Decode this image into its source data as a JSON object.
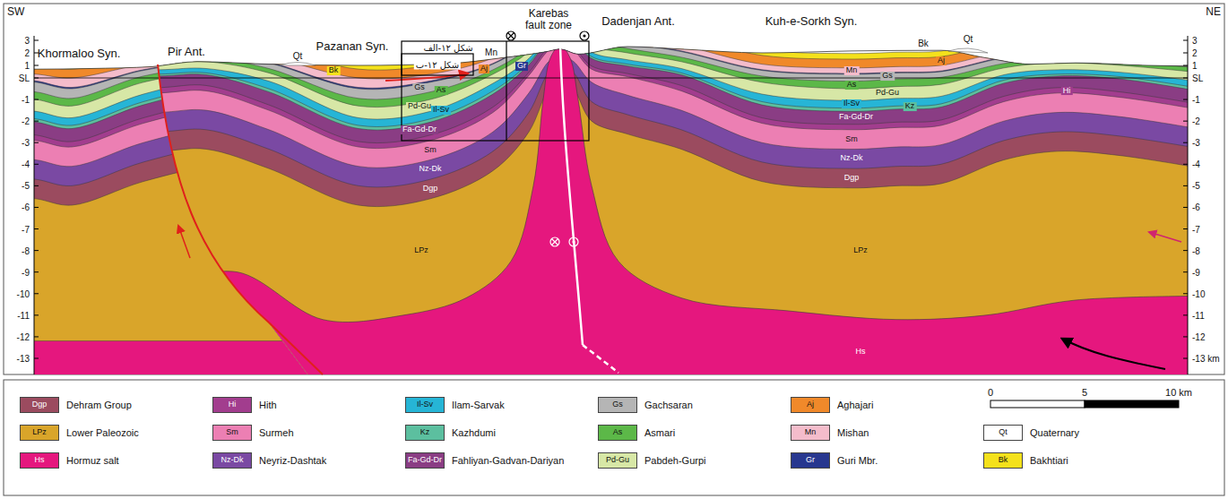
{
  "diagram": {
    "labels": [
      "SW",
      "NE",
      "3",
      "2",
      "1",
      "SL",
      "-1",
      "-2",
      "-3",
      "-4",
      "-5",
      "-6",
      "-7",
      "-8",
      "-9",
      "-10",
      "-11",
      "-12",
      "-13",
      "3",
      "2",
      "1",
      "SL",
      "-1",
      "-2",
      "-3",
      "-4",
      "-5",
      "-6",
      "-7",
      "-8",
      "-9",
      "-10",
      "-11",
      "-12",
      "-13 km",
      "Khormaloo Syn.",
      "Pir Ant.",
      "Pazanan Syn.",
      "Karebas fault zone",
      "Dadenjan Ant.",
      "Kuh-e-Sorkh Syn.",
      "شکل ۱۲-الف",
      "شکل ۱۲-ب",
      "Qt",
      "Bk",
      "Aj",
      "Mn",
      "Gr",
      "Gs",
      "As",
      "Pd-Gu",
      "Il-Sv",
      "Fa-Gd-Dr",
      "Sm",
      "Nz-Dk",
      "Dgp",
      "LPz",
      "Qt",
      "Bk",
      "Aj",
      "Mn",
      "Gs",
      "As",
      "Pd-Gu",
      "Il-Sv",
      "Kz",
      "Fa-Gd-Dr",
      "Sm",
      "Nz-Dk",
      "Dgp",
      "LPz",
      "Hs",
      "Hi",
      "Dgp",
      "Hi",
      "Il-Sv",
      "Gs",
      "Aj",
      "LPz",
      "Sm",
      "Kz",
      "As",
      "Mn",
      "Qt",
      "Hs",
      "Nz-Dk",
      "Fa-Gd-Dr",
      "Pd-Gu",
      "Gr",
      "Bk",
      "0",
      "5",
      "10 km"
    ],
    "legend": [
      {
        "text": "Dehram Group",
        "color": "#9b4b5f"
      },
      {
        "text": "Hith",
        "color": "#a23d8e"
      },
      {
        "text": "Ilam-Sarvak",
        "color": "#26b5d6"
      },
      {
        "text": "Gachsaran",
        "color": "#b5b5b5"
      },
      {
        "text": "Aghajari",
        "color": "#f0892a"
      },
      {
        "text": "Lower Paleozoic",
        "color": "#d9a52a"
      },
      {
        "text": "Surmeh",
        "color": "#ec7fb3"
      },
      {
        "text": "Kazhdumi",
        "color": "#5cbf9f"
      },
      {
        "text": "Asmari",
        "color": "#5cb848"
      },
      {
        "text": "Mishan",
        "color": "#f4bccb"
      },
      {
        "text": "Quaternary",
        "color": "#ffffff"
      },
      {
        "text": "Hormuz salt",
        "color": "#e5177e"
      },
      {
        "text": "Neyriz-Dashtak",
        "color": "#7a49a3"
      },
      {
        "text": "Fahliyan-Gadvan-Dariyan",
        "color": "#8a3d84"
      },
      {
        "text": "Pabdeh-Gurpi",
        "color": "#d7e7a6"
      },
      {
        "text": "Guri Mbr.",
        "color": "#27378f"
      },
      {
        "text": "Bakhtiari",
        "color": "#f4e11c"
      }
    ]
  }
}
